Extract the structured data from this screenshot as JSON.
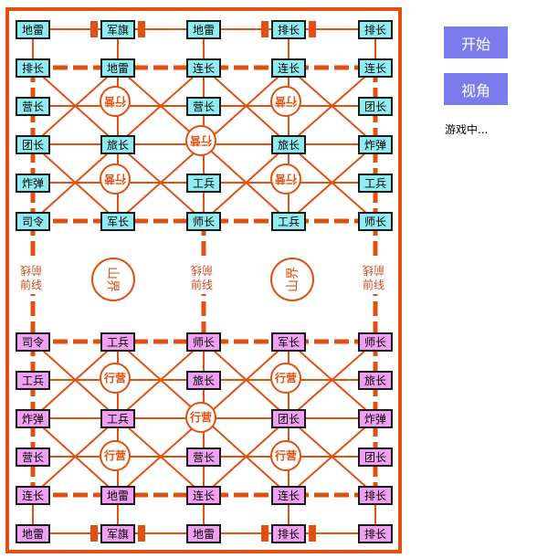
{
  "controls": {
    "start_label": "开始",
    "view_label": "视角",
    "status": "游戏中..."
  },
  "board": {
    "camp_top": "行营",
    "camp_bottom": "行营",
    "front_line_top": "前线",
    "front_line_bottom": "前线",
    "front_line_flipped": "前线",
    "mountain_label": "山界"
  },
  "colors": {
    "rail": "#e05010",
    "blue_piece": "#90ecf0",
    "pink_piece": "#f0a0f0",
    "button": "#7b7bee"
  },
  "pieces": {
    "top": [
      [
        "地雷",
        "军旗",
        "地雷",
        "排长",
        "排长"
      ],
      [
        "排长",
        "地雷",
        "连长",
        "连长",
        "连长"
      ],
      [
        "营长",
        "",
        "营长",
        "",
        "团长"
      ],
      [
        "团长",
        "旅长",
        "",
        "旅长",
        "炸弹"
      ],
      [
        "炸弹",
        "",
        "工兵",
        "",
        "工兵"
      ],
      [
        "司令",
        "军长",
        "师长",
        "工兵",
        "师长"
      ]
    ],
    "bottom": [
      [
        "司令",
        "工兵",
        "师长",
        "军长",
        "师长"
      ],
      [
        "工兵",
        "",
        "旅长",
        "",
        "旅长"
      ],
      [
        "炸弹",
        "工兵",
        "",
        "团长",
        "炸弹"
      ],
      [
        "营长",
        "",
        "营长",
        "",
        "团长"
      ],
      [
        "连长",
        "地雷",
        "连长",
        "连长",
        "排长"
      ],
      [
        "地雷",
        "军旗",
        "地雷",
        "排长",
        "排长"
      ]
    ]
  }
}
